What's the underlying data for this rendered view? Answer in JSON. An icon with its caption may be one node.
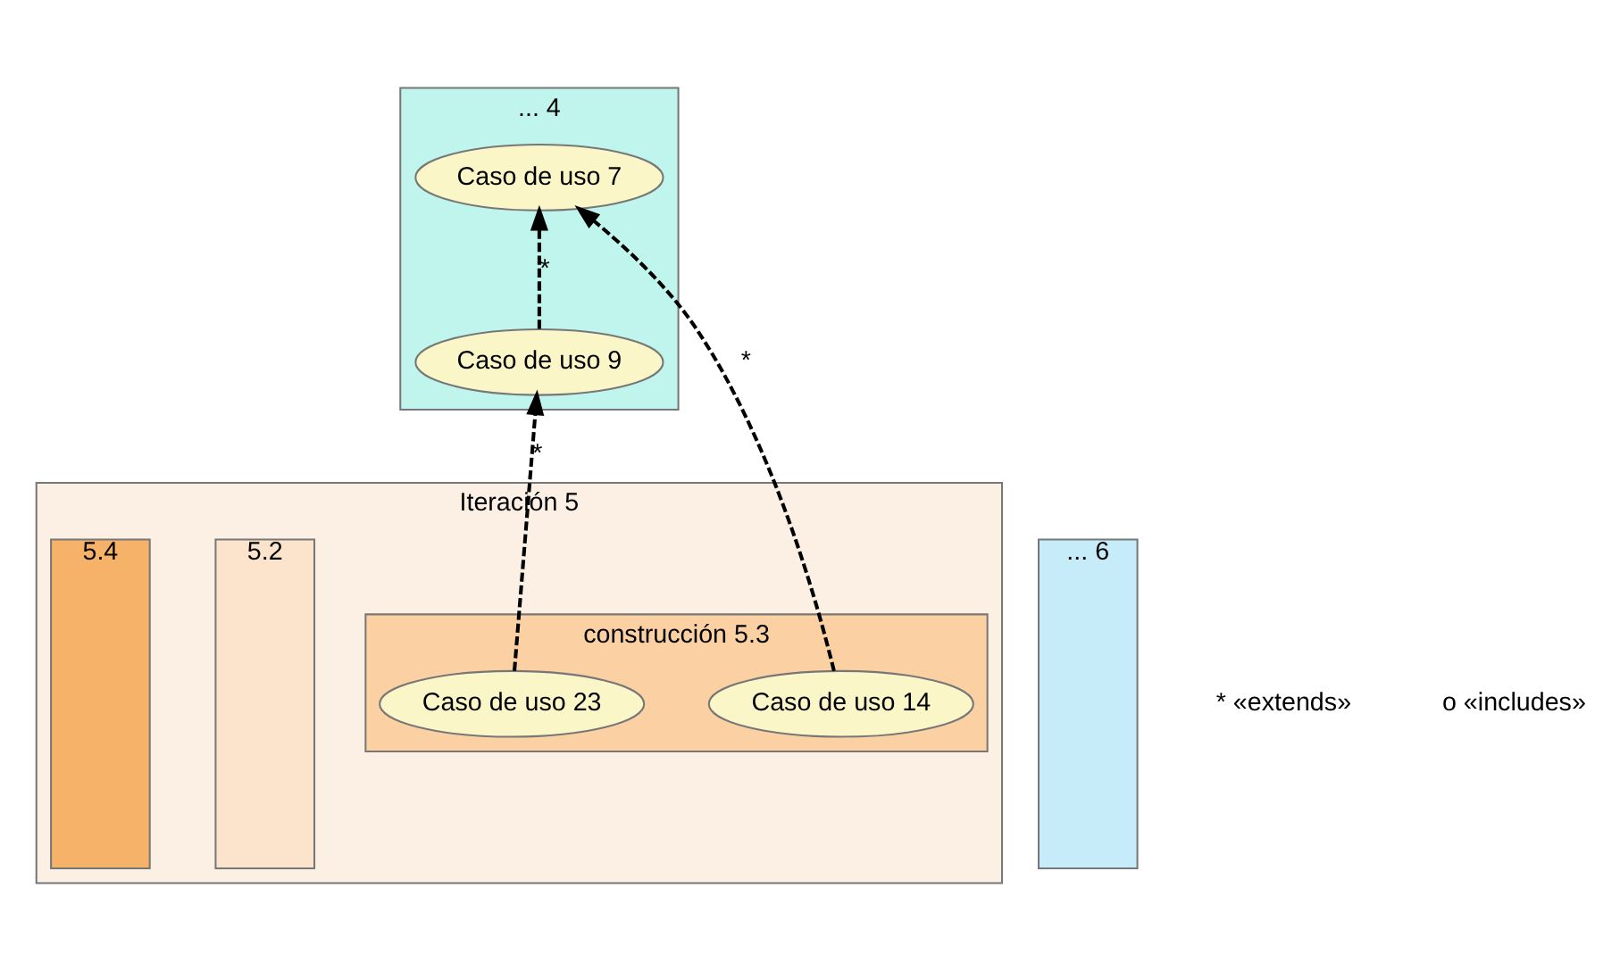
{
  "diagram": {
    "nodes": [
      {
        "text": [
          "... 4"
        ]
      },
      {
        "text": [
          "Caso de uso 7"
        ],
        "in": 0
      },
      {
        "text": [
          "Caso de uso 9"
        ],
        "in": 0
      },
      {
        "text": [
          "Iteración 5"
        ]
      },
      {
        "text": [
          "5.2"
        ],
        "in": 3
      },
      {
        "text": [
          "construcción 5.3"
        ],
        "in": 3
      },
      {
        "text": [
          "Caso de uso 14"
        ],
        "in": 5
      },
      {
        "text": [
          "Caso de uso 23"
        ],
        "in": 5
      },
      {
        "text": [
          "5.4"
        ],
        "in": 3
      },
      {
        "text": [
          "... 6"
        ]
      }
    ],
    "edges": [
      {
        "from": 6,
        "to": 1,
        "arrow": "to",
        "label": "*",
        "style": "dashed"
      },
      {
        "from": 2,
        "to": 1,
        "arrow": "to",
        "label": "*",
        "style": "dashed"
      },
      {
        "from": 7,
        "to": 2,
        "arrow": "to",
        "label": "*",
        "style": "dashed"
      }
    ],
    "labels": [
      "* «extends»",
      "o «includes»"
    ]
  }
}
